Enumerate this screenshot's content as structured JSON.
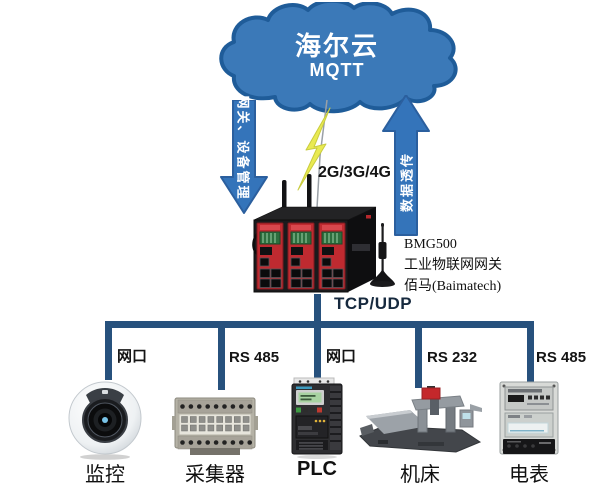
{
  "cloud": {
    "title": "海尔云",
    "protocol": "MQTT"
  },
  "links": {
    "down_arrow_label": "网关、设备管理",
    "up_arrow_label": "数据透传",
    "cellular_label": "2G/3G/4G",
    "transport_label": "TCP/UDP"
  },
  "gateway": {
    "model": "BMG500",
    "category": "工业物联网网关",
    "brand": "佰马(Baimatech)"
  },
  "branches": [
    {
      "port": "网口",
      "device": "监控"
    },
    {
      "port": "RS 485",
      "device": "采集器"
    },
    {
      "port": "网口",
      "device": "PLC"
    },
    {
      "port": "RS 232",
      "device": "机床"
    },
    {
      "port": "RS 485",
      "device": "电表"
    }
  ],
  "colors": {
    "cloud_fill": "#3b79b8",
    "cloud_stroke": "#1f5c99",
    "arrow_fill": "#3474ba",
    "arrow_stroke": "#2b5f9e",
    "bus_line": "#27517d",
    "lightning": "#e9ea52"
  }
}
